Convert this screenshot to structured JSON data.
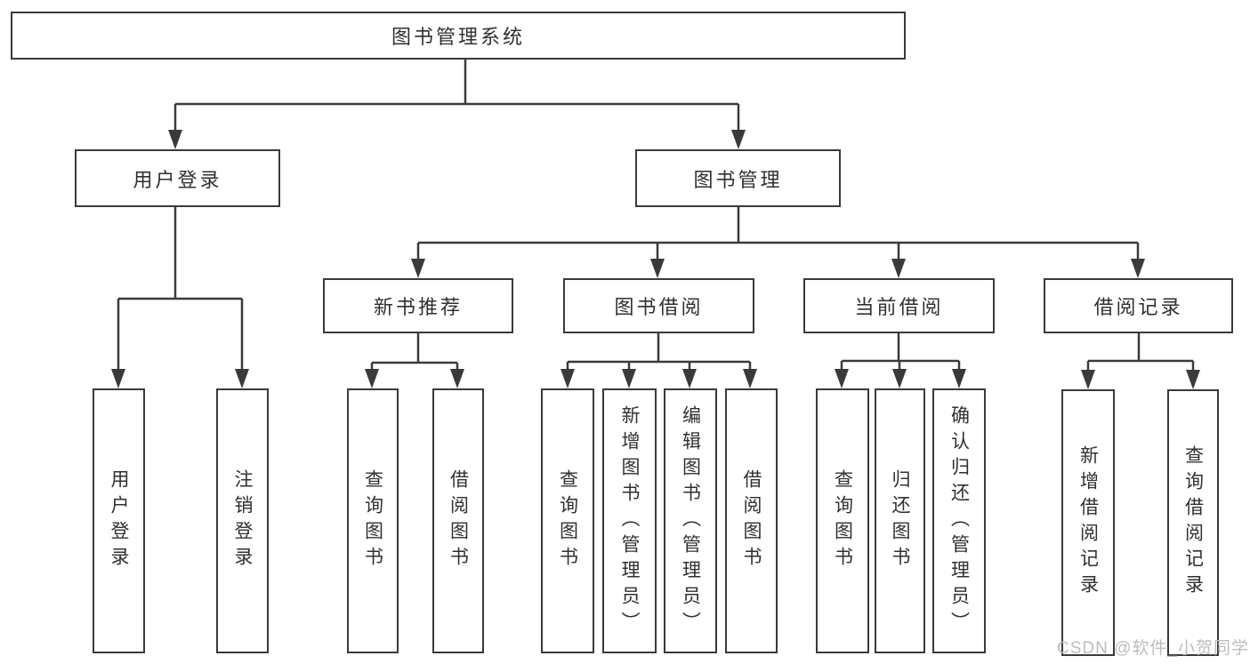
{
  "diagram": {
    "type": "hierarchy-chart",
    "colors": {
      "line": "#3a3a3a",
      "text": "#303030",
      "box_background": "#ffffff",
      "watermark_text": "#bdbdbd"
    },
    "tree": {
      "root": {
        "label": "图书管理系统"
      },
      "branches": [
        {
          "label": "用户登录",
          "children": [
            {
              "label": "用户登录"
            },
            {
              "label": "注销登录"
            }
          ]
        },
        {
          "label": "图书管理",
          "children": [
            {
              "label": "新书推荐",
              "children": [
                {
                  "label": "查询图书"
                },
                {
                  "label": "借阅图书"
                }
              ]
            },
            {
              "label": "图书借阅",
              "children": [
                {
                  "label": "查询图书"
                },
                {
                  "label": "新增图书（管理员）"
                },
                {
                  "label": "编辑图书（管理员）"
                },
                {
                  "label": "借阅图书"
                }
              ]
            },
            {
              "label": "当前借阅",
              "children": [
                {
                  "label": "查询图书"
                },
                {
                  "label": "归还图书"
                },
                {
                  "label": "确认归还（管理员）"
                }
              ]
            },
            {
              "label": "借阅记录",
              "children": [
                {
                  "label": "新增借阅记录"
                },
                {
                  "label": "查询借阅记录"
                }
              ]
            }
          ]
        }
      ]
    },
    "watermark": {
      "text": "CSDN @软件_小贺同学"
    }
  }
}
